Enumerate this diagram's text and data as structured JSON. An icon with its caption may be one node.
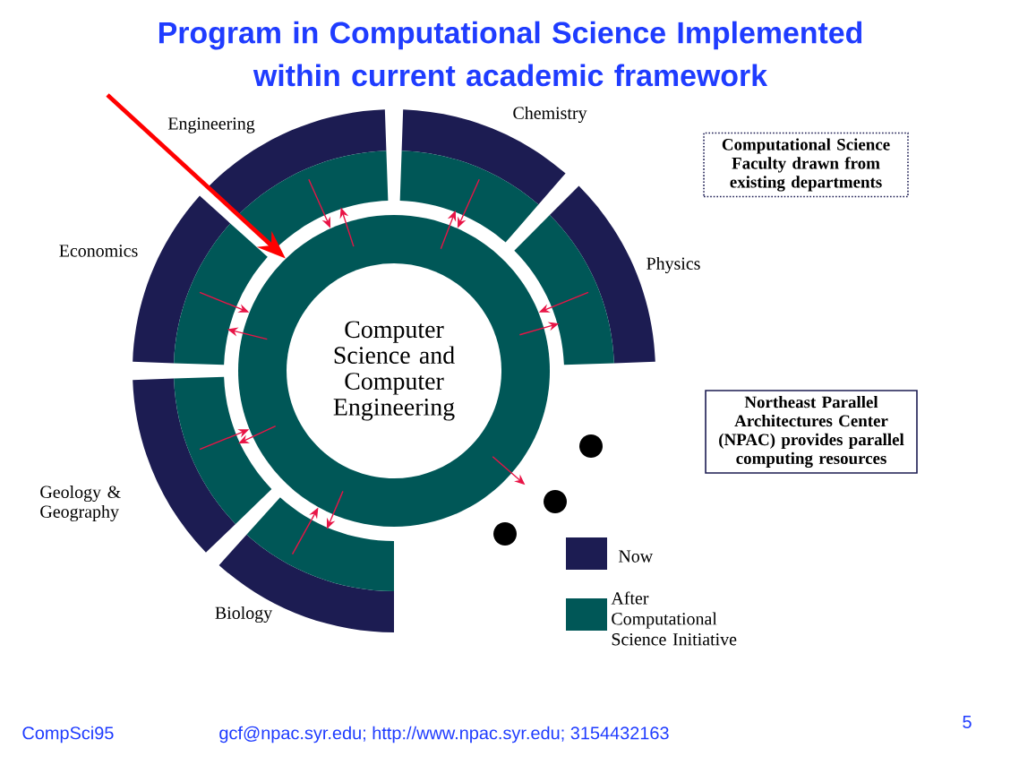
{
  "diagram": {
    "title": "Program in Computational Science Implemented within current academic framework",
    "nodes": [
      {
        "text": [
          "Computer Science and Computer Engineering"
        ]
      },
      {
        "text": [
          "Engineering"
        ]
      },
      {
        "text": [
          "Chemistry"
        ]
      },
      {
        "text": [
          "Economics"
        ]
      },
      {
        "text": [
          "Physics"
        ]
      },
      {
        "text": [
          "Geology & Geography"
        ]
      },
      {
        "text": [
          "Biology"
        ]
      },
      {
        "text": [
          "Computational Science Faculty drawn from existing departments"
        ]
      },
      {
        "text": [
          "Northeast Parallel Architectures Center (NPAC) provides parallel computing resources"
        ]
      }
    ],
    "edges": [
      {
        "from": 1,
        "to": 0,
        "arrow": "to"
      },
      {
        "from": 2,
        "to": 0,
        "arrow": "to"
      },
      {
        "from": 4,
        "to": 0,
        "arrow": "to"
      },
      {
        "from": 3,
        "to": 0,
        "arrow": "to"
      },
      {
        "from": 5,
        "to": 0,
        "arrow": "to"
      },
      {
        "from": 6,
        "to": 0,
        "arrow": "to"
      },
      {
        "from": 0,
        "to": 1,
        "arrow": "to"
      },
      {
        "from": 0,
        "to": 2,
        "arrow": "to"
      },
      {
        "from": 0,
        "to": 4,
        "arrow": "to"
      },
      {
        "from": 0,
        "to": 3,
        "arrow": "to"
      },
      {
        "from": 0,
        "to": 5,
        "arrow": "to"
      },
      {
        "from": 0,
        "to": 6,
        "arrow": "to"
      },
      {
        "from": 0,
        "to": null,
        "arrow": "to"
      },
      {
        "from": null,
        "to": 0,
        "arrow": "to",
        "style": "thick",
        "color": "#ff0000"
      }
    ],
    "labels": [
      "CompSci95",
      "gcf@npac.syr.edu; http://www.npac.syr.edu; 3154432163",
      "5"
    ],
    "legend": [
      {
        "text": "Now",
        "color": "#1c1c52"
      },
      {
        "text": "After Computational Science Initiative",
        "color": "#005757"
      }
    ]
  }
}
